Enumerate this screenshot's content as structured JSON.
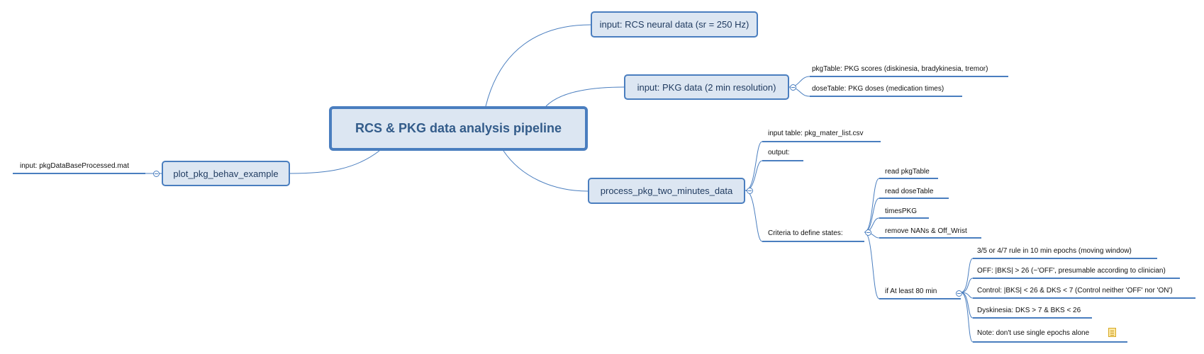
{
  "central": {
    "label": "RCS & PKG data analysis pipeline"
  },
  "topics": {
    "rcs": "input: RCS neural data (sr = 250 Hz)",
    "pkg": "input: PKG data (2 min resolution)",
    "process": "process_pkg_two_minutes_data",
    "plot": "plot_pkg_behav_example"
  },
  "pkg_children": [
    "pkgTable: PKG scores (diskinesia, bradykinesia, tremor)",
    "doseTable: PKG doses (medication times)"
  ],
  "plot_children": [
    "input: pkgDataBaseProcessed.mat"
  ],
  "process_children": {
    "input_table": "input table: pkg_mater_list.csv",
    "output": "output:",
    "criteria": "Criteria to define states:"
  },
  "criteria_children": [
    "read pkgTable",
    "read doseTable",
    "timesPKG",
    "remove NANs & Off_Wrist",
    "if At least 80 min"
  ],
  "min80_children": [
    "3/5 or 4/7 rule in 10 min epochs (moving window)",
    "OFF: |BKS| > 26 (~'OFF', presumable according to clinician)",
    "Control: |BKS| < 26 & DKS < 7 (Control neither 'OFF' nor 'ON')",
    "Dyskinesia: DKS > 7 & BKS < 26",
    "Note: don't use single epochs alone"
  ],
  "icons": {
    "collapse": "collapse-minus-icon",
    "note": "note-icon"
  },
  "colors": {
    "line": "#4a7ebf",
    "box_fill": "#dce6f2",
    "central_text": "#335c8a"
  }
}
